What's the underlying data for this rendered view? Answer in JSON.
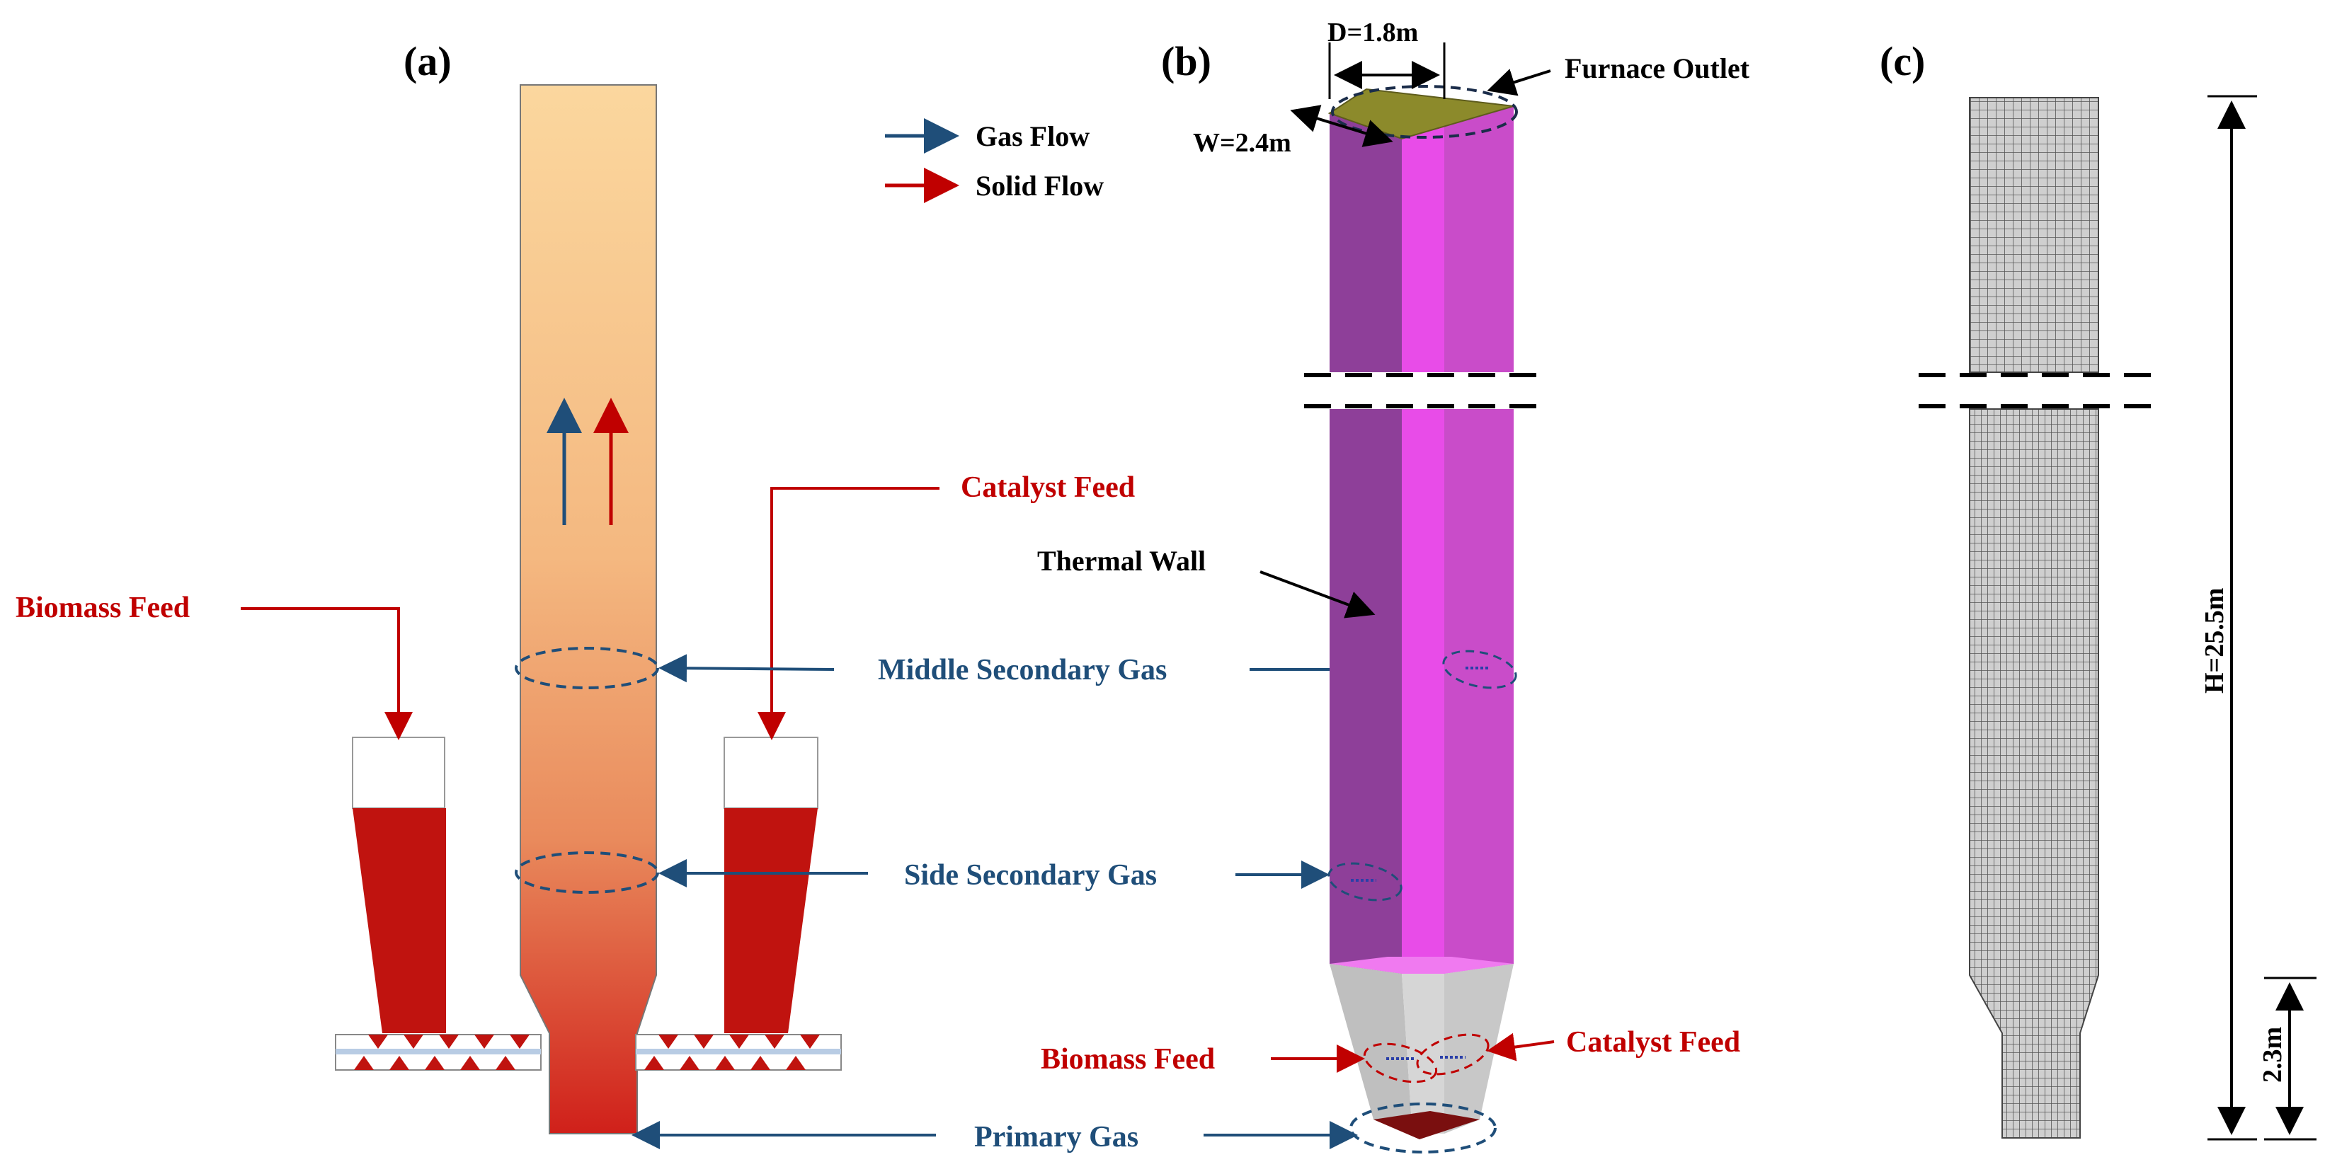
{
  "panels": {
    "a": "(a)",
    "b": "(b)",
    "c": "(c)"
  },
  "legend": {
    "gas_flow": "Gas Flow",
    "solid_flow": "Solid Flow"
  },
  "labels_a": {
    "biomass_feed": "Biomass Feed",
    "catalyst_feed": "Catalyst Feed",
    "middle_secondary_gas": "Middle Secondary Gas",
    "side_secondary_gas": "Side Secondary Gas",
    "primary_gas": "Primary Gas"
  },
  "labels_b": {
    "depth": "D=1.8m",
    "width": "W=2.4m",
    "furnace_outlet": "Furnace Outlet",
    "thermal_wall": "Thermal Wall",
    "biomass_feed": "Biomass Feed",
    "catalyst_feed": "Catalyst Feed"
  },
  "labels_c": {
    "height": "H=25.5m",
    "lower_height": "2.3m"
  },
  "colors": {
    "gas": "#1f4e79",
    "solid": "#c00000",
    "wall_left": "#8e3f99",
    "wall_mid": "#e84ce8",
    "wall_right": "#c94cc9",
    "outlet": "#8c8a2b",
    "mesh": "#555555"
  }
}
